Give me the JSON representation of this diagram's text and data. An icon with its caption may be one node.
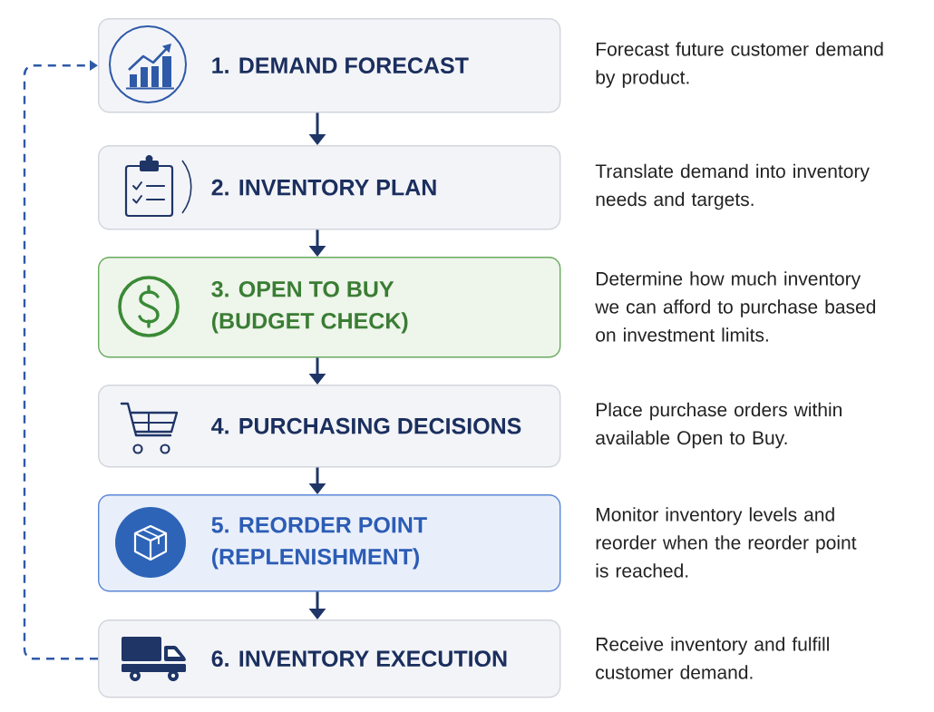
{
  "diagram": {
    "nodes": [
      {
        "text": [
          "1. DEMAND FORECAST"
        ],
        "beside": [
          "Forecast future customer demand by product."
        ]
      },
      {
        "text": [
          "2. INVENTORY PLAN"
        ],
        "beside": [
          "Translate demand into inventory needs and targets."
        ]
      },
      {
        "text": [
          "3. OPEN TO BUY (BUDGET CHECK)"
        ],
        "beside": [
          "Determine how much inventory we can afford to purchase based on investment limits."
        ]
      },
      {
        "text": [
          "4. PURCHASING DECISIONS"
        ],
        "beside": [
          "Place purchase orders within available Open to Buy."
        ]
      },
      {
        "text": [
          "5. REORDER POINT (REPLENISHMENT)"
        ],
        "beside": [
          "Monitor inventory levels and reorder when the reorder point is reached."
        ]
      },
      {
        "text": [
          "6. INVENTORY EXECUTION"
        ],
        "beside": [
          "Receive inventory and fulfill customer demand."
        ]
      }
    ],
    "edges": [
      {
        "from": 0,
        "to": 1,
        "arrow": "to"
      },
      {
        "from": 1,
        "to": 2,
        "arrow": "to"
      },
      {
        "from": 2,
        "to": 3,
        "arrow": "to"
      },
      {
        "from": 3,
        "to": 4,
        "arrow": "to"
      },
      {
        "from": 4,
        "to": 5,
        "arrow": "to"
      },
      {
        "from": 5,
        "to": 0,
        "arrow": "to",
        "style": "dashed",
        "color": "#2f5aa8"
      }
    ]
  }
}
